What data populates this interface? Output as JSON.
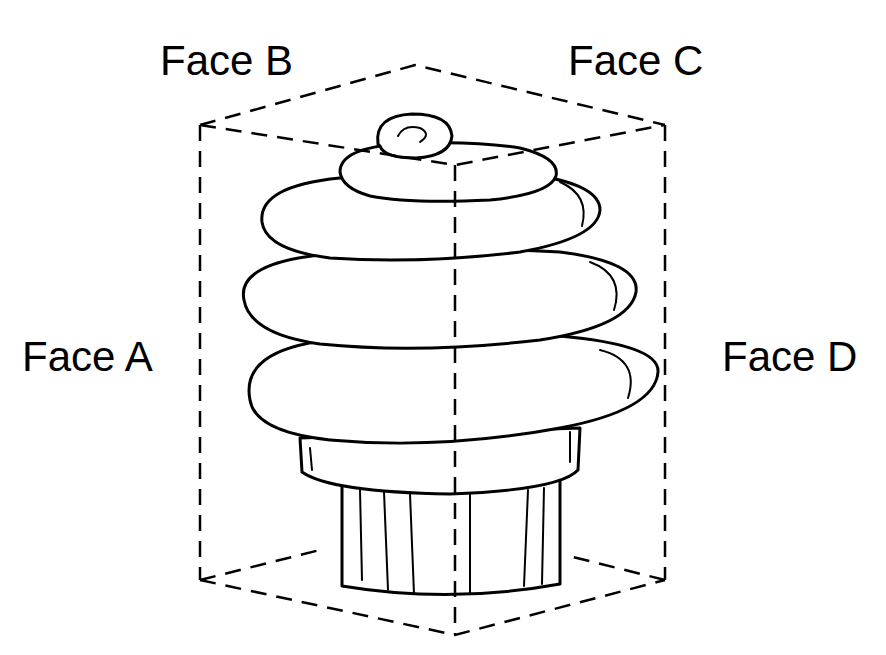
{
  "diagram": {
    "labels": [
      "Face B",
      "Face C",
      "Face A",
      "Face D"
    ]
  }
}
